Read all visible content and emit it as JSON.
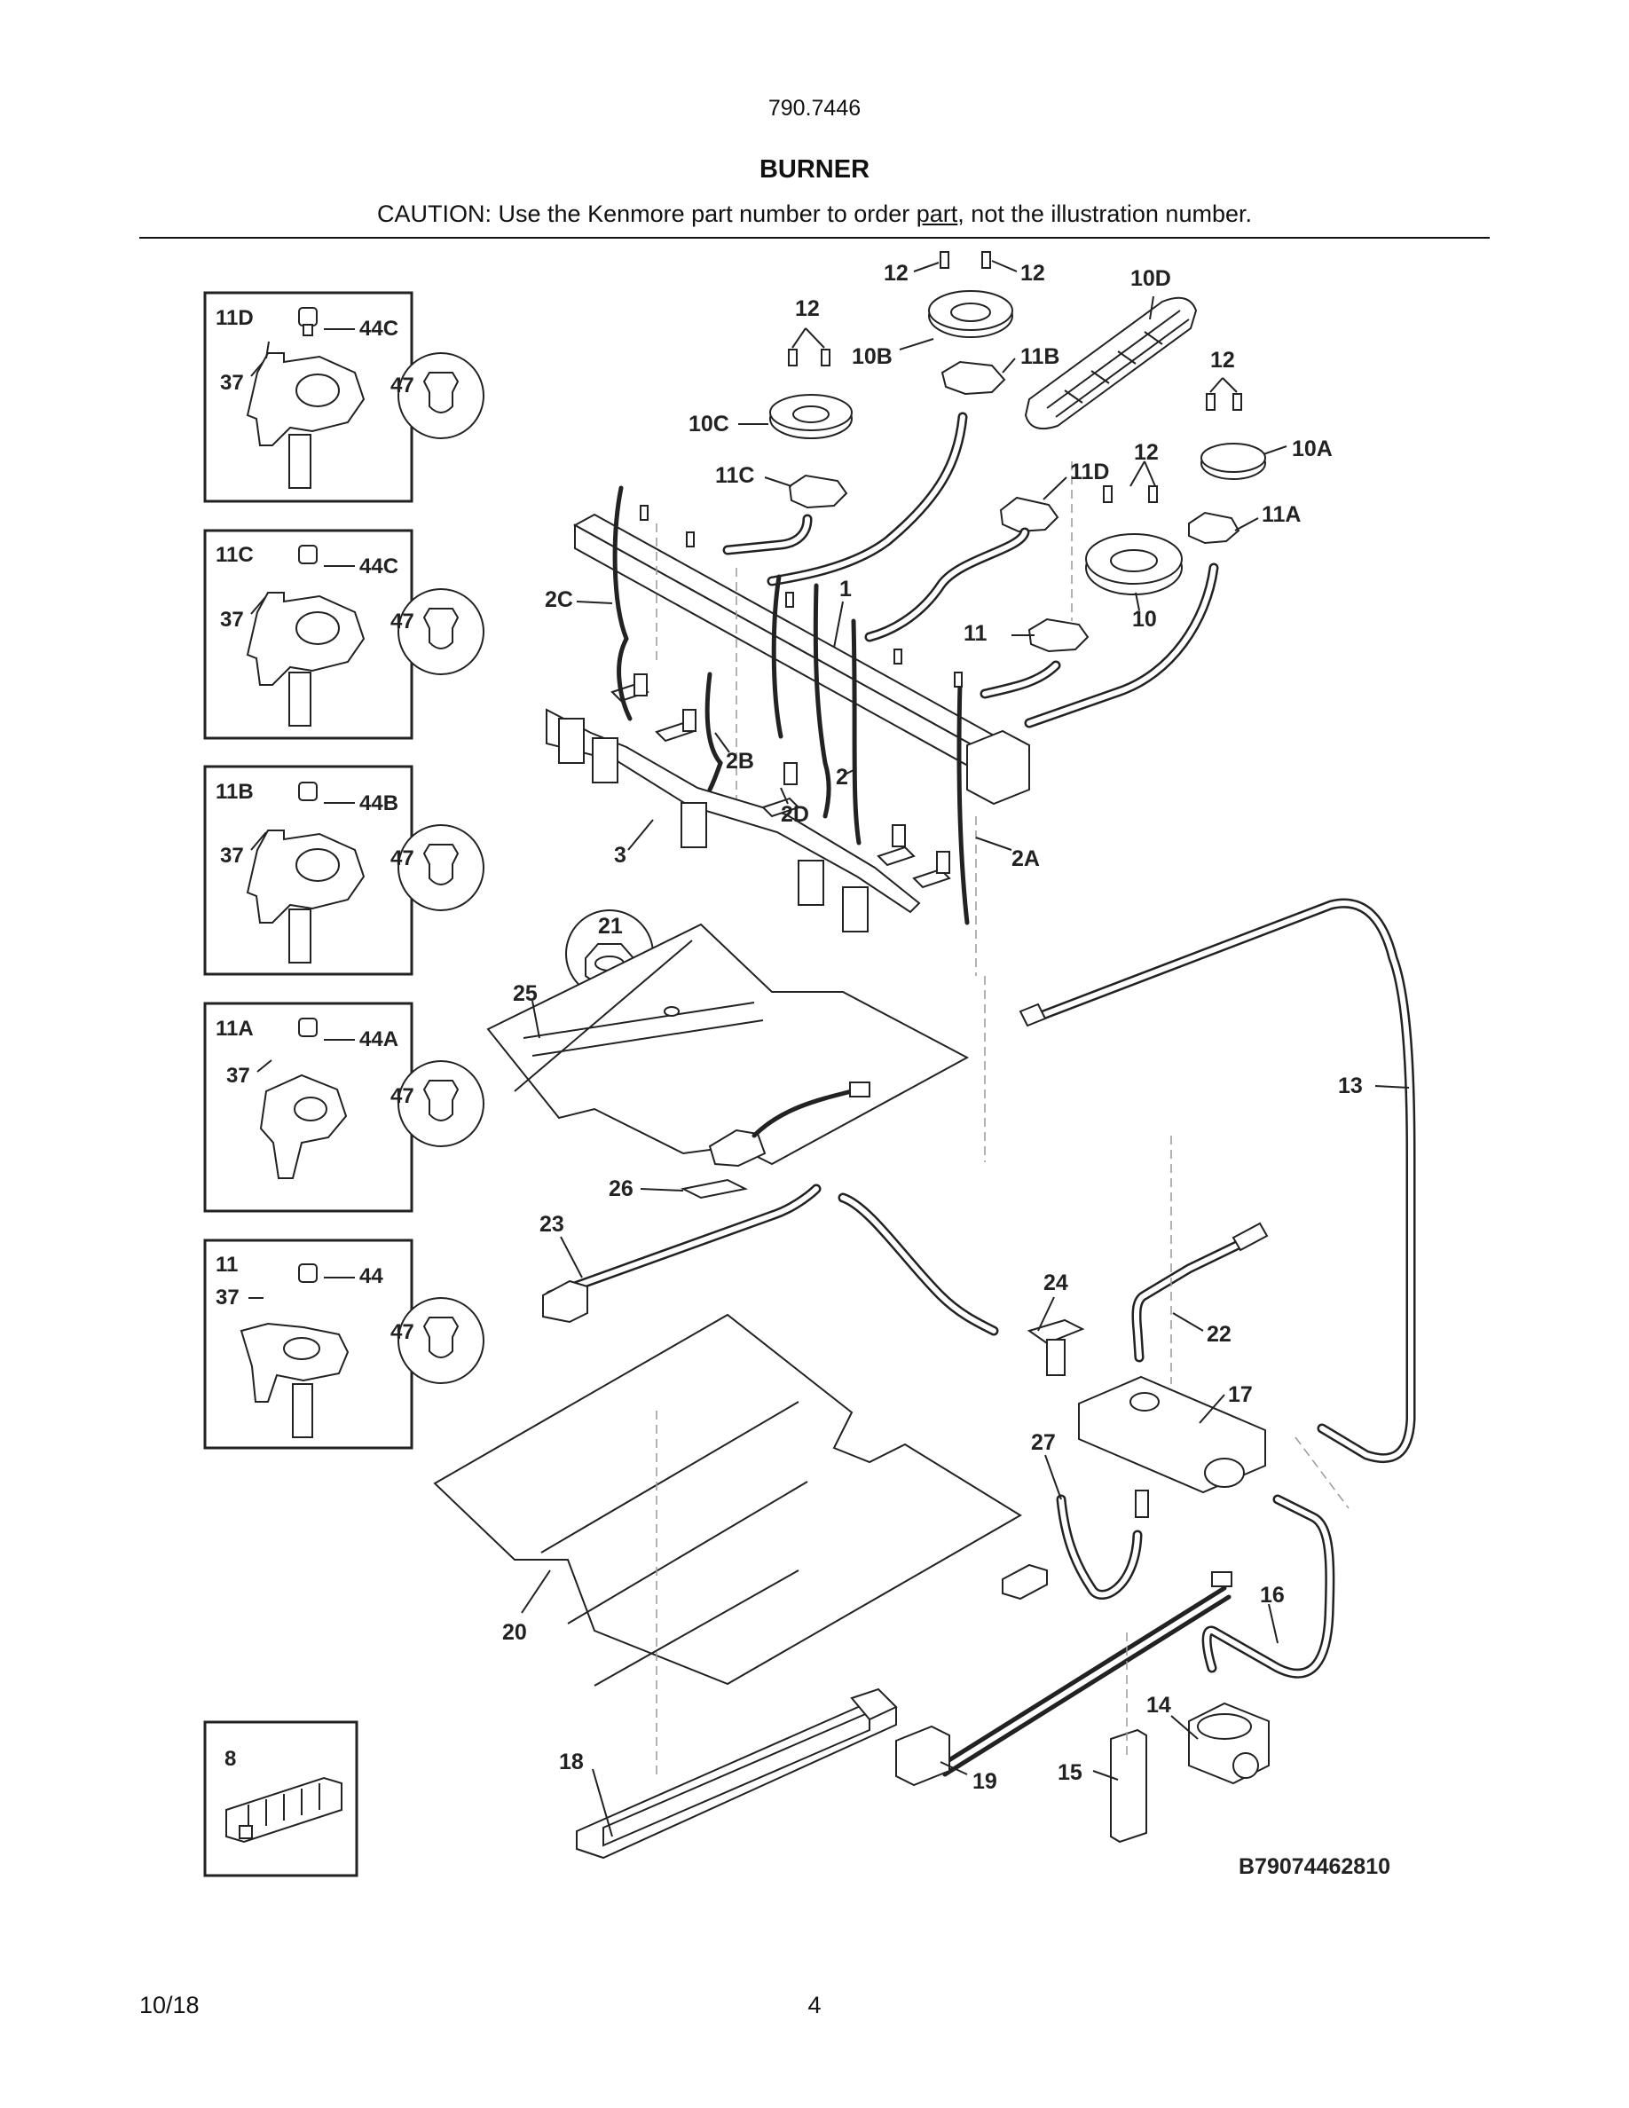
{
  "header": {
    "model": "790.7446",
    "title": "BURNER",
    "caution_prefix": "CAUTION: Use the Kenmore part number to order ",
    "caution_link": "part",
    "caution_suffix": ", not the illustration number."
  },
  "inset_boxes": [
    {
      "id": "11D",
      "callouts": [
        "11D",
        "44C",
        "37",
        "47"
      ]
    },
    {
      "id": "11C",
      "callouts": [
        "11C",
        "44C",
        "37",
        "47"
      ]
    },
    {
      "id": "11B",
      "callouts": [
        "11B",
        "44B",
        "37",
        "47"
      ]
    },
    {
      "id": "11A",
      "callouts": [
        "11A",
        "44A",
        "37",
        "47"
      ]
    },
    {
      "id": "11",
      "callouts": [
        "11",
        "44",
        "37",
        "47"
      ]
    },
    {
      "id": "8",
      "callouts": [
        "8"
      ]
    }
  ],
  "callouts": {
    "c12a": "12",
    "c12b": "12",
    "c12c": "12",
    "c12d": "12",
    "c12e": "12",
    "c10d": "10D",
    "c10b": "10B",
    "c11b": "11B",
    "c10c": "10C",
    "c11c": "11C",
    "c11d": "11D",
    "c10a": "10A",
    "c11a": "11A",
    "c10": "10",
    "c11": "11",
    "c2c": "2C",
    "c1": "1",
    "c2b": "2B",
    "c2d": "2D",
    "c2": "2",
    "c3": "3",
    "c2a": "2A",
    "c21": "21",
    "c25": "25",
    "c13": "13",
    "c26": "26",
    "c23": "23",
    "c24": "24",
    "c22": "22",
    "c17": "17",
    "c27": "27",
    "c20": "20",
    "c16": "16",
    "c14": "14",
    "c18": "18",
    "c19": "19",
    "c15": "15"
  },
  "diagram_code": "B79074462810",
  "footer": {
    "date": "10/18",
    "page": "4"
  }
}
